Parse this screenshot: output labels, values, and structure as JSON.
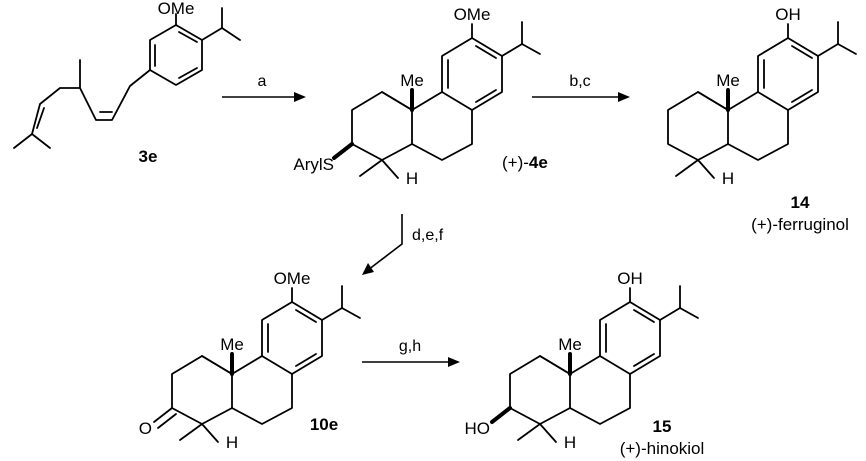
{
  "compounds": {
    "c3e": {
      "label": "3e",
      "substituent": "OMe"
    },
    "c4e": {
      "label": "4e",
      "prefix": "(+)-",
      "substituents": [
        "OMe",
        "Me",
        "ArylS",
        "H"
      ]
    },
    "c14": {
      "label": "14",
      "name": "(+)-ferruginol",
      "substituents": [
        "OH",
        "Me",
        "H"
      ]
    },
    "c10e": {
      "label": "10e",
      "substituents": [
        "OMe",
        "Me",
        "O",
        "H"
      ]
    },
    "c15": {
      "label": "15",
      "name": "(+)-hinokiol",
      "substituents": [
        "OH",
        "Me",
        "HO",
        "H"
      ]
    }
  },
  "conditions": {
    "step1": "a",
    "step2": "b,c",
    "step3": "d,e,f",
    "step4": "g,h"
  }
}
